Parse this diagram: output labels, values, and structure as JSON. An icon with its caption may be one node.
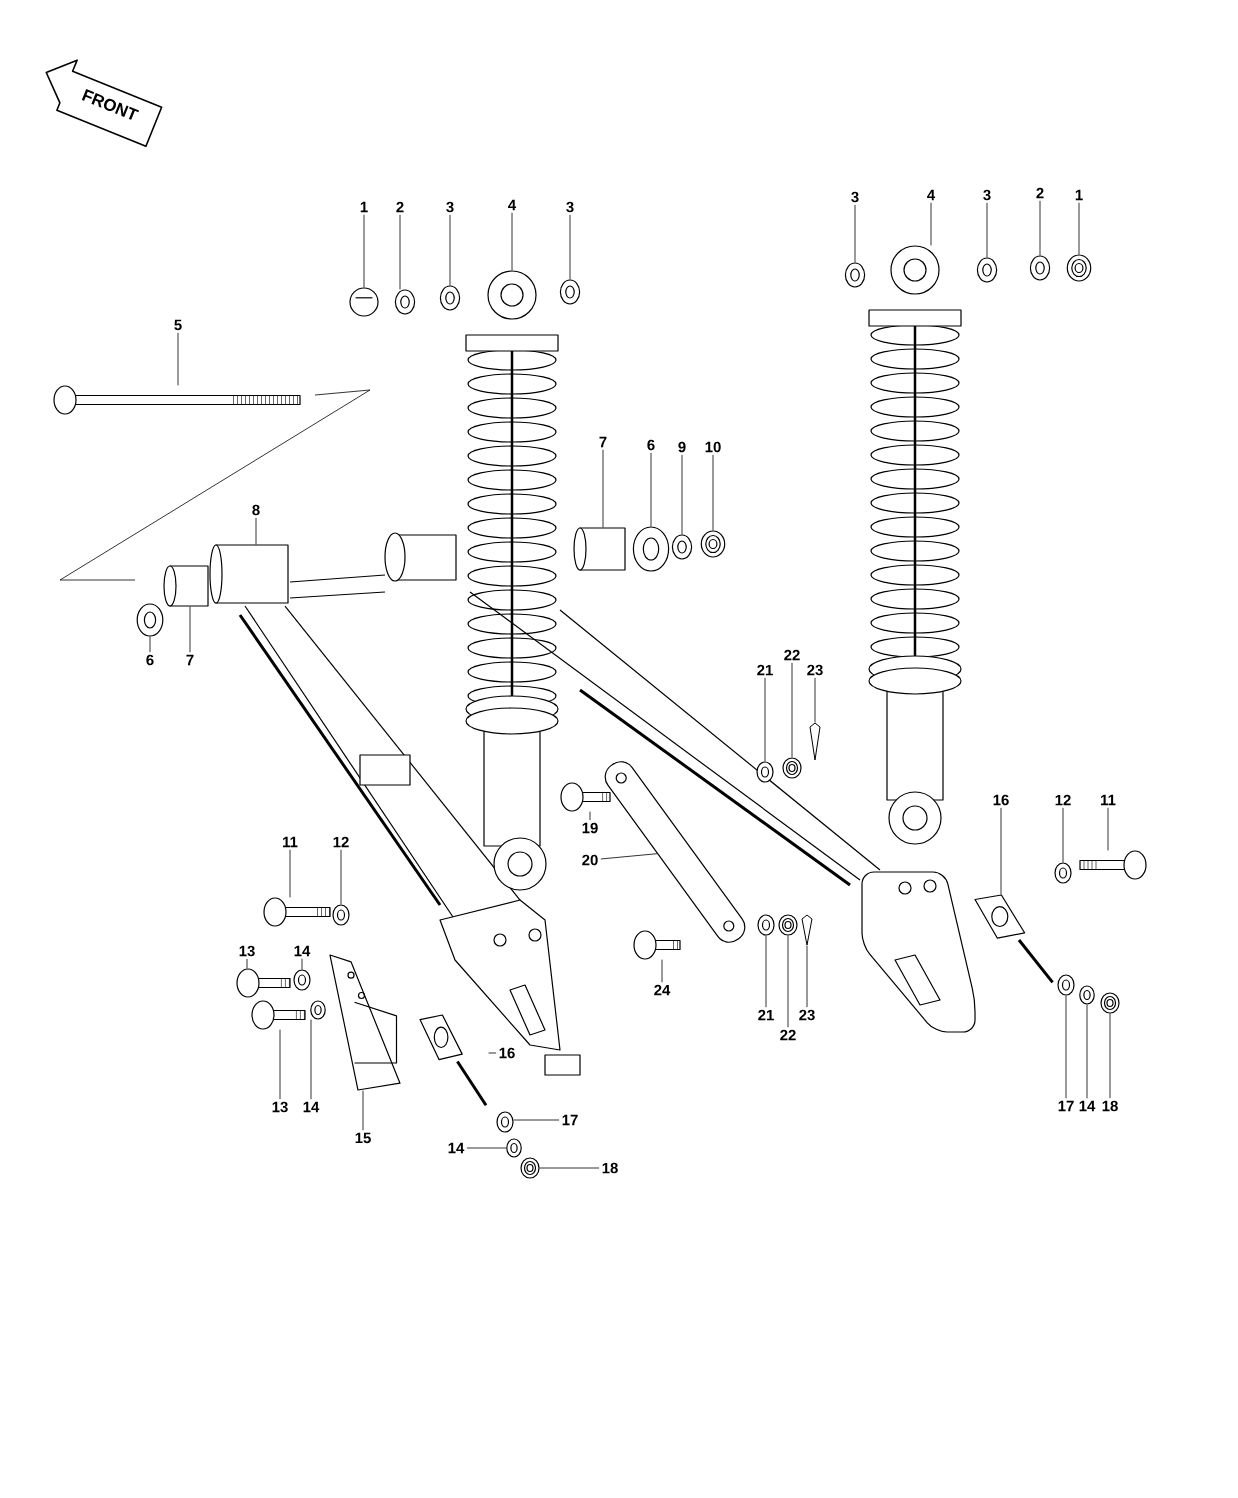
{
  "diagram": {
    "nodes": [
      {
        "text": [
          "1"
        ]
      },
      {
        "text": [
          "2"
        ]
      },
      {
        "text": [
          "3"
        ]
      },
      {
        "text": [
          "4"
        ]
      },
      {
        "text": [
          "3"
        ]
      },
      {
        "text": [
          "5"
        ]
      },
      {
        "text": [
          "3"
        ]
      },
      {
        "text": [
          "4"
        ]
      },
      {
        "text": [
          "3"
        ]
      },
      {
        "text": [
          "2"
        ]
      },
      {
        "text": [
          "1"
        ]
      },
      {
        "text": [
          "7"
        ]
      },
      {
        "text": [
          "6"
        ]
      },
      {
        "text": [
          "9"
        ]
      },
      {
        "text": [
          "10"
        ]
      },
      {
        "text": [
          "8"
        ]
      },
      {
        "text": [
          "6"
        ]
      },
      {
        "text": [
          "7"
        ]
      },
      {
        "text": [
          "21"
        ]
      },
      {
        "text": [
          "22"
        ]
      },
      {
        "text": [
          "23"
        ]
      },
      {
        "text": [
          "19"
        ]
      },
      {
        "text": [
          "20"
        ]
      },
      {
        "text": [
          "16"
        ]
      },
      {
        "text": [
          "12"
        ]
      },
      {
        "text": [
          "11"
        ]
      },
      {
        "text": [
          "11"
        ]
      },
      {
        "text": [
          "12"
        ]
      },
      {
        "text": [
          "13"
        ]
      },
      {
        "text": [
          "14"
        ]
      },
      {
        "text": [
          "13"
        ]
      },
      {
        "text": [
          "14"
        ]
      },
      {
        "text": [
          "15"
        ]
      },
      {
        "text": [
          "16"
        ]
      },
      {
        "text": [
          "17"
        ]
      },
      {
        "text": [
          "14"
        ]
      },
      {
        "text": [
          "18"
        ]
      },
      {
        "text": [
          "24"
        ]
      },
      {
        "text": [
          "21"
        ]
      },
      {
        "text": [
          "22"
        ]
      },
      {
        "text": [
          "23"
        ]
      },
      {
        "text": [
          "17"
        ]
      },
      {
        "text": [
          "14"
        ]
      },
      {
        "text": [
          "18"
        ]
      },
      {
        "text": [],
        "shape": "picture"
      },
      {
        "text": [],
        "shape": "picture"
      },
      {
        "text": [],
        "shape": "picture"
      },
      {
        "text": [],
        "shape": "picture"
      },
      {
        "text": [],
        "shape": "picture"
      },
      {
        "text": [],
        "shape": "picture"
      },
      {
        "text": [],
        "shape": "picture"
      },
      {
        "text": [],
        "shape": "picture"
      },
      {
        "text": [],
        "shape": "picture"
      },
      {
        "text": [],
        "shape": "picture"
      },
      {
        "text": [],
        "shape": "picture"
      },
      {
        "text": [],
        "shape": "cylinder"
      },
      {
        "text": [],
        "shape": "picture"
      },
      {
        "text": [],
        "shape": "picture"
      },
      {
        "text": [],
        "shape": "picture"
      },
      {
        "text": [],
        "shape": "cylinder"
      },
      {
        "text": [],
        "shape": "picture"
      },
      {
        "text": [],
        "shape": "cylinder"
      },
      {
        "text": [],
        "shape": "picture"
      },
      {
        "text": [],
        "shape": "picture"
      },
      {
        "text": [],
        "shape": "picture"
      },
      {
        "text": [],
        "shape": "picture"
      },
      {
        "text": [],
        "shape": "picture"
      },
      {
        "text": [],
        "shape": "picture"
      },
      {
        "text": [],
        "shape": "picture"
      },
      {
        "text": [],
        "shape": "picture"
      },
      {
        "text": [],
        "shape": "picture"
      },
      {
        "text": [],
        "shape": "picture"
      },
      {
        "text": [],
        "shape": "picture"
      },
      {
        "text": [],
        "shape": "picture"
      },
      {
        "text": [],
        "shape": "picture"
      },
      {
        "text": [],
        "shape": "picture"
      },
      {
        "text": [],
        "shape": "picture"
      },
      {
        "text": [],
        "shape": "picture"
      },
      {
        "text": [],
        "shape": "picture"
      },
      {
        "text": [],
        "shape": "picture"
      },
      {
        "text": [],
        "shape": "picture"
      },
      {
        "text": [],
        "shape": "picture"
      },
      {
        "text": [],
        "shape": "picture"
      },
      {
        "text": [],
        "shape": "picture"
      },
      {
        "text": [],
        "shape": "picture"
      },
      {
        "text": [],
        "shape": "picture"
      },
      {
        "text": [],
        "shape": "picture"
      },
      {
        "text": [],
        "shape": "picture"
      }
    ],
    "edges": [
      {
        "from": 0,
        "to": 44,
        "arrow": "none"
      },
      {
        "from": 1,
        "to": 45,
        "arrow": "none"
      },
      {
        "from": 2,
        "to": 46,
        "arrow": "none"
      },
      {
        "from": 3,
        "to": 47,
        "arrow": "none"
      },
      {
        "from": 4,
        "to": 48,
        "arrow": "none"
      },
      {
        "from": 5,
        "to": 49,
        "arrow": "none"
      },
      {
        "from": 6,
        "to": 50,
        "arrow": "none"
      },
      {
        "from": 7,
        "to": 51,
        "arrow": "none"
      },
      {
        "from": 8,
        "to": 52,
        "arrow": "none"
      },
      {
        "from": 9,
        "to": 53,
        "arrow": "none"
      },
      {
        "from": 10,
        "to": 54,
        "arrow": "none"
      },
      {
        "from": 11,
        "to": 55,
        "arrow": "none"
      },
      {
        "from": 12,
        "to": 56,
        "arrow": "none"
      },
      {
        "from": 13,
        "to": 57,
        "arrow": "none"
      },
      {
        "from": 14,
        "to": 58,
        "arrow": "none"
      },
      {
        "from": 15,
        "to": 59,
        "arrow": "none"
      },
      {
        "from": 16,
        "to": 60,
        "arrow": "none"
      },
      {
        "from": 17,
        "to": 61,
        "arrow": "none"
      },
      {
        "from": 18,
        "to": 62,
        "arrow": "none"
      },
      {
        "from": 19,
        "to": 63,
        "arrow": "none"
      },
      {
        "from": 20,
        "to": 64,
        "arrow": "none"
      },
      {
        "from": 21,
        "to": 65,
        "arrow": "none"
      },
      {
        "from": 22,
        "to": 66,
        "arrow": "none"
      },
      {
        "from": 23,
        "to": 67,
        "arrow": "none"
      },
      {
        "from": 24,
        "to": 68,
        "arrow": "none"
      },
      {
        "from": 25,
        "to": 69,
        "arrow": "none"
      },
      {
        "from": 26,
        "to": 70,
        "arrow": "none"
      },
      {
        "from": 27,
        "to": 71,
        "arrow": "none"
      },
      {
        "from": 28,
        "to": 72,
        "arrow": "none"
      },
      {
        "from": 29,
        "to": 73,
        "arrow": "none"
      },
      {
        "from": 30,
        "to": 74,
        "arrow": "none"
      },
      {
        "from": 31,
        "to": 75,
        "arrow": "none"
      },
      {
        "from": 32,
        "to": 76,
        "arrow": "none"
      },
      {
        "from": 33,
        "to": 77,
        "arrow": "none"
      },
      {
        "from": 34,
        "to": 78,
        "arrow": "none"
      },
      {
        "from": 35,
        "to": 79,
        "arrow": "none"
      },
      {
        "from": 36,
        "to": 80,
        "arrow": "none"
      },
      {
        "from": 37,
        "to": 81,
        "arrow": "none"
      },
      {
        "from": 38,
        "to": 82,
        "arrow": "none"
      },
      {
        "from": 39,
        "to": 83,
        "arrow": "none"
      },
      {
        "from": 40,
        "to": 84,
        "arrow": "none"
      },
      {
        "from": 41,
        "to": 85,
        "arrow": "none"
      },
      {
        "from": 42,
        "to": 86,
        "arrow": "none"
      },
      {
        "from": 43,
        "to": 87,
        "arrow": "none"
      }
    ],
    "labels": [
      "FRONT"
    ]
  }
}
